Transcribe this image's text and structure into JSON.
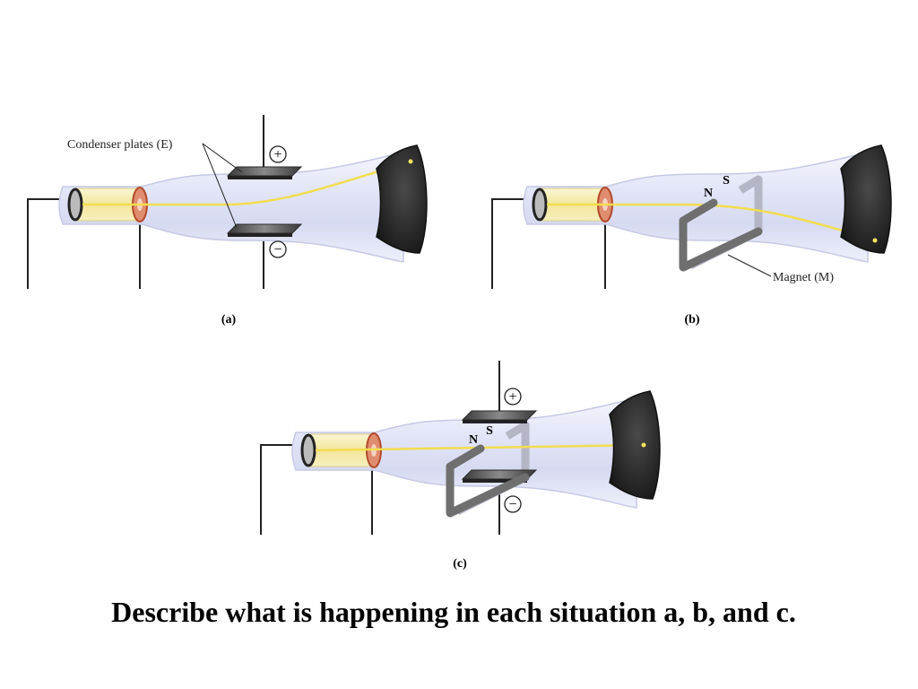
{
  "slide": {
    "question": "Describe what is happening in each situation a, b, and c."
  },
  "labels": {
    "condenser_plates": "Condenser plates (E)",
    "magnet": "Magnet (M)",
    "north": "N",
    "south": "S",
    "plus": "+",
    "minus": "−"
  },
  "panels": [
    {
      "caption": "(a)",
      "field": "electric",
      "beam": "deflected-up"
    },
    {
      "caption": "(b)",
      "field": "magnetic",
      "beam": "deflected-down"
    },
    {
      "caption": "(c)",
      "field": "electric-and-magnetic",
      "beam": "undeflected"
    }
  ],
  "colors": {
    "tube_glass": "#e7e9f8",
    "tube_outline": "#c9cce6",
    "anode_ring": "#d97a5a",
    "cathode_cylinder": "#f4ecb0",
    "beam": "#f2dd50",
    "screen": "#2a2a2a",
    "plates": "#555555",
    "magnet": "#777777",
    "wire": "#222222"
  }
}
